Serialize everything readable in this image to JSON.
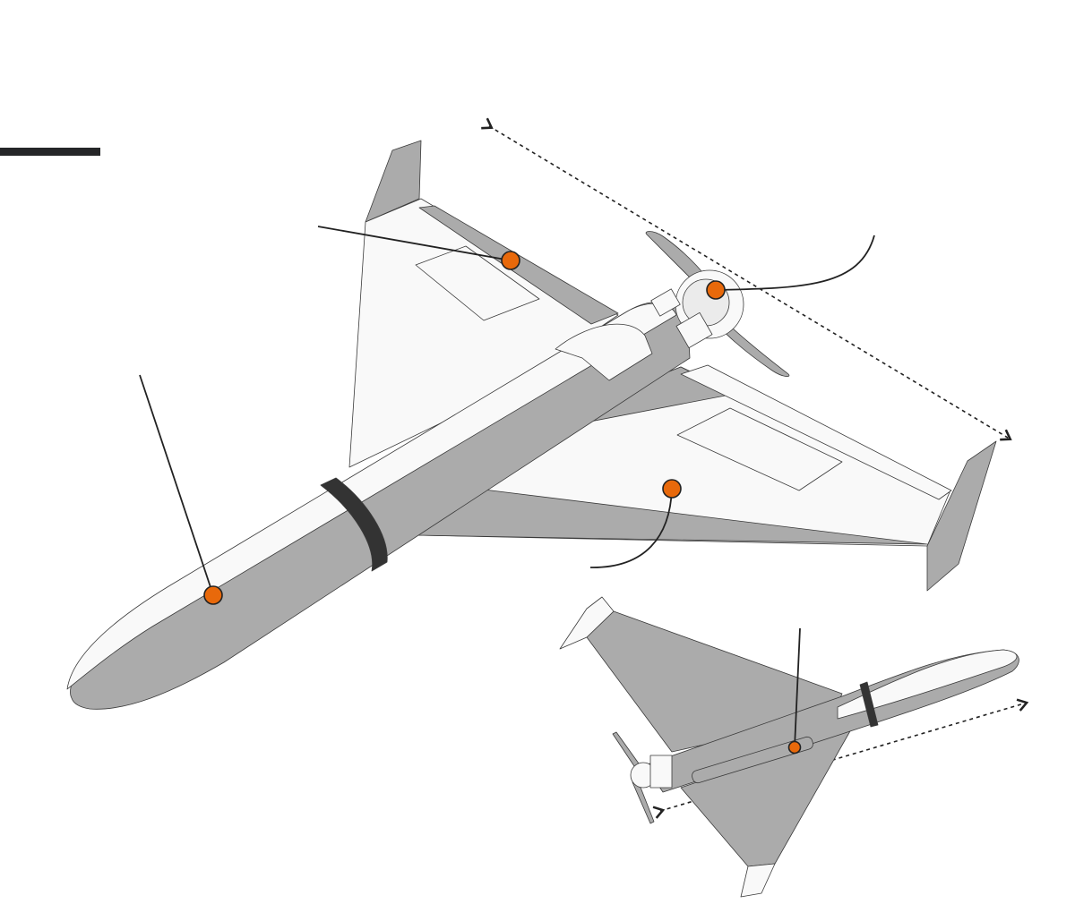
{
  "colors": {
    "body_light": "#f9f9f9",
    "body_shade": "#ababab",
    "band": "#333333",
    "outline": "#3a3a3a",
    "callout_dot": "#e8690b",
    "callout_line": "#222222",
    "accent_bar": "#252628"
  },
  "diagram": {
    "main_view": "drone-top-view",
    "secondary_view": "drone-bottom-view",
    "callouts": [
      "wing-elevon",
      "engine-propeller",
      "nose-warhead",
      "wing-body",
      "underside-rail"
    ]
  }
}
